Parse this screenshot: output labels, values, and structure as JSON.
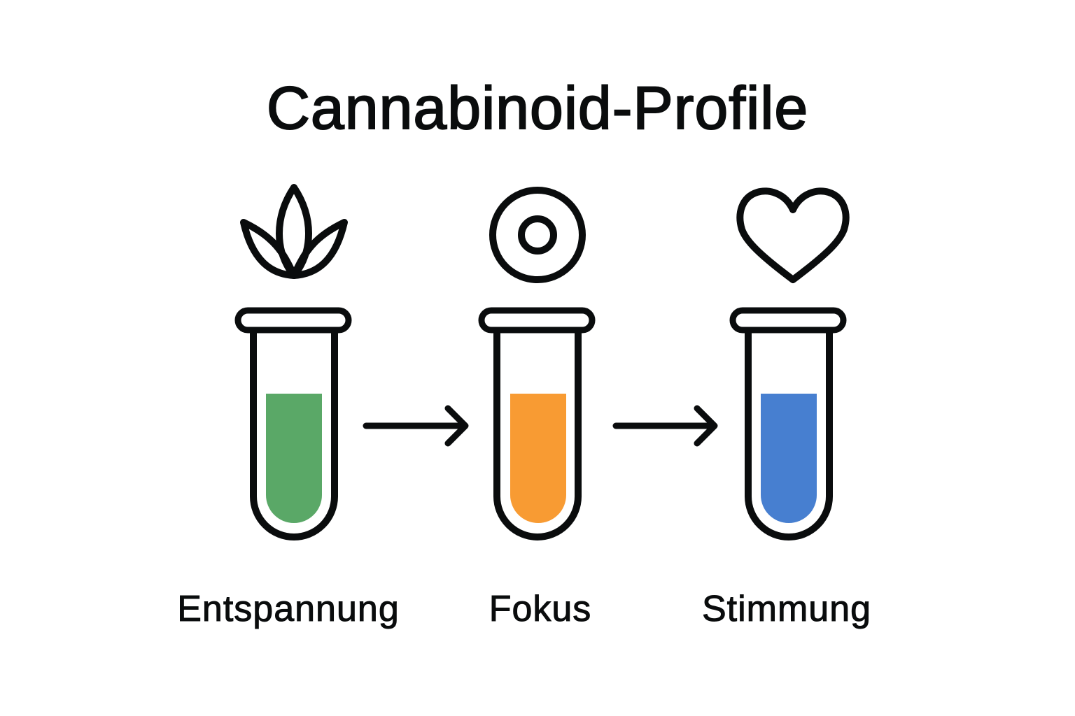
{
  "title": "Cannabinoid-Profile",
  "stroke_color": "#0a0c0d",
  "profiles": [
    {
      "label": "Entspannung",
      "icon": "leaf-icon",
      "liquid_color": "#5aa867"
    },
    {
      "label": "Fokus",
      "icon": "target-icon",
      "liquid_color": "#f89b33"
    },
    {
      "label": "Stimmung",
      "icon": "heart-icon",
      "liquid_color": "#477fd0"
    }
  ],
  "connectors": [
    {
      "icon": "arrow-right-icon",
      "from": "Entspannung",
      "to": "Fokus"
    },
    {
      "icon": "arrow-right-icon",
      "from": "Fokus",
      "to": "Stimmung"
    }
  ]
}
